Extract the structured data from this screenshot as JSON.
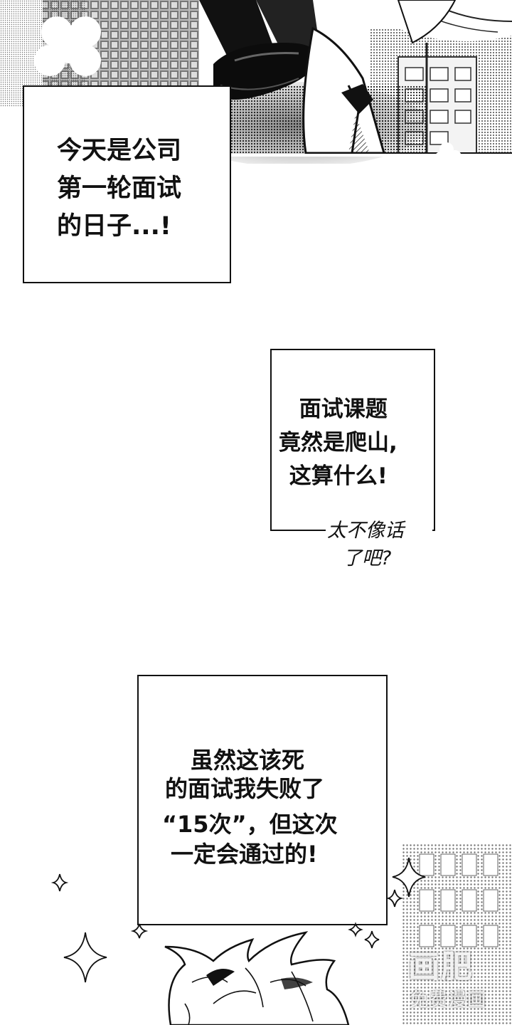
{
  "panels": {
    "caption_1": [
      "今天是公司",
      "第一轮面试",
      "的日子...!"
    ],
    "caption_2": [
      " 面试课题",
      "竟然是爬山,",
      " 这算什么!"
    ],
    "aside": [
      "太不像话",
      "了吧?"
    ],
    "caption_3": [
      "虽然这该死",
      "的面试我失败了",
      "“15次”，但这次",
      "一定会通过的!"
    ]
  },
  "watermark": {
    "logo": "画肥",
    "text": "免费漫画"
  }
}
